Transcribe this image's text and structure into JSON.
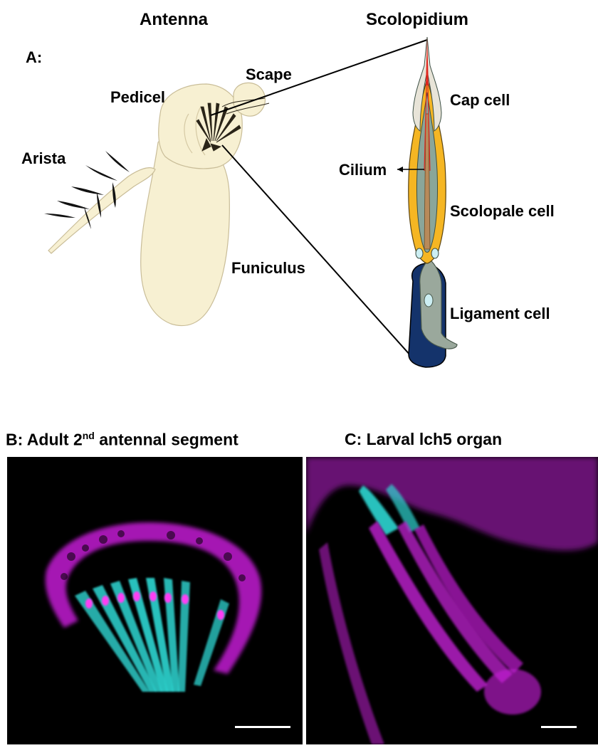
{
  "panel_a": {
    "panel_label": "A:",
    "antenna_title": "Antenna",
    "scolopidium_title": "Scolopidium",
    "labels": {
      "scape": "Scape",
      "pedicel": "Pedicel",
      "arista": "Arista",
      "funiculus": "Funiculus",
      "cap_cell": "Cap cell",
      "cilium": "Cilium",
      "scolopale_cell": "Scolopale cell",
      "ligament_cell": "Ligament cell"
    }
  },
  "panel_b": {
    "title_pre": "B: Adult 2",
    "title_sup": "nd",
    "title_post": " antennal segment"
  },
  "panel_c": {
    "title": "C: Larval lch5 organ"
  },
  "colors": {
    "antenna_fill": "#f7f0d2",
    "cap_cell_red": "#e0261e",
    "scolopale_yellow": "#f5b623",
    "ligament_navy": "#14336b",
    "ligament_grey": "#9aa89c",
    "microscopy_magenta": "#c21fd3",
    "microscopy_cyan": "#2fd6d2"
  }
}
